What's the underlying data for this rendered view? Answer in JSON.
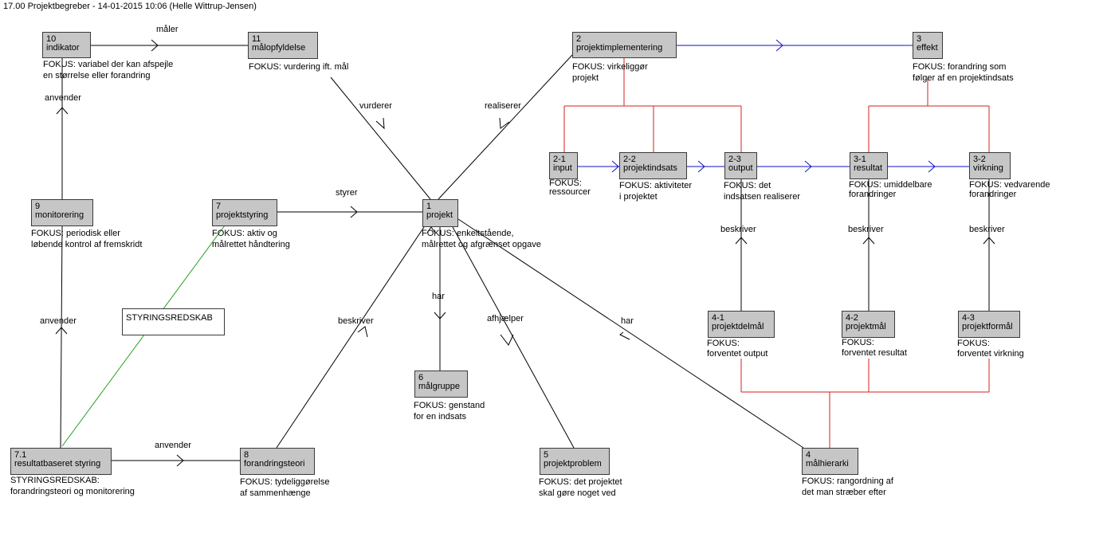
{
  "title": "17.00 Projektbegreber - 14-01-2015 10:06 (Helle Wittrup-Jensen)",
  "colors": {
    "black": "#000000",
    "blue": "#1010c8",
    "red": "#d42020",
    "green": "#20a020",
    "node_fill": "#c6c6c6"
  },
  "nodes": {
    "n10": {
      "num": "10",
      "name": "indikator",
      "desc": [
        "FOKUS: variabel der kan afspejle",
        "en størrelse eller forandring"
      ]
    },
    "n11": {
      "num": "11",
      "name": "målopfyldelse",
      "desc": [
        "FOKUS: vurdering ift. mål"
      ]
    },
    "n2": {
      "num": "2",
      "name": "projektimplementering",
      "desc": [
        "FOKUS: virkeliggør",
        "projekt"
      ]
    },
    "n3": {
      "num": "3",
      "name": "effekt",
      "desc": [
        "FOKUS: forandring som",
        "følger af en projektindsats"
      ]
    },
    "n2_1": {
      "num": "2-1",
      "name": "input",
      "desc": [
        "FOKUS:",
        "ressourcer"
      ]
    },
    "n2_2": {
      "num": "2-2",
      "name": "projektindsats",
      "desc": [
        "FOKUS: aktiviteter",
        "i projektet"
      ]
    },
    "n2_3": {
      "num": "2-3",
      "name": "output",
      "desc": [
        "FOKUS: det",
        "indsatsen realiserer"
      ]
    },
    "n3_1": {
      "num": "3-1",
      "name": "resultat",
      "desc": [
        "FOKUS: umiddelbare",
        "forandringer"
      ]
    },
    "n3_2": {
      "num": "3-2",
      "name": "virkning",
      "desc": [
        "FOKUS: vedvarende",
        "forandringer"
      ]
    },
    "n9": {
      "num": "9",
      "name": "monitorering",
      "desc": [
        "FOKUS: periodisk eller",
        "løbende kontrol af fremskridt"
      ]
    },
    "n7": {
      "num": "7",
      "name": "projektstyring",
      "desc": [
        "FOKUS: aktiv og",
        "målrettet håndtering"
      ]
    },
    "n1": {
      "num": "1",
      "name": "projekt",
      "desc": [
        "FOKUS: enkeltstående,",
        "målrettet og afgrænset opgave"
      ]
    },
    "n4_1": {
      "num": "4-1",
      "name": "projektdelmål",
      "desc": [
        "FOKUS:",
        "forventet output"
      ]
    },
    "n4_2": {
      "num": "4-2",
      "name": "projektmål",
      "desc": [
        "FOKUS:",
        "forventet resultat"
      ]
    },
    "n4_3": {
      "num": "4-3",
      "name": "projektformål",
      "desc": [
        "FOKUS:",
        "forventet virkning"
      ]
    },
    "n6": {
      "num": "6",
      "name": "målgruppe",
      "desc": [
        "FOKUS: genstand",
        "for en indsats"
      ]
    },
    "n7_1": {
      "num": "7.1",
      "name": "resultatbaseret styring",
      "desc": [
        "STYRINGSREDSKAB:",
        "forandringsteori og monitorering"
      ]
    },
    "n8": {
      "num": "8",
      "name": "forandringsteori",
      "desc": [
        "FOKUS: tydeliggørelse",
        "af sammenhænge"
      ]
    },
    "n5": {
      "num": "5",
      "name": "projektproblem",
      "desc": [
        "FOKUS: det projektet",
        "skal gøre noget ved"
      ]
    },
    "n4": {
      "num": "4",
      "name": "målhierarki",
      "desc": [
        "FOKUS: rangordning af",
        "det man stræber efter"
      ]
    }
  },
  "tool_box": "STYRINGSREDSKAB",
  "edge_labels": {
    "maler": "måler",
    "anvender_top": "anvender",
    "vurderer": "vurderer",
    "realiserer": "realiserer",
    "styrer": "styrer",
    "anvender_mid": "anvender",
    "har_6": "har",
    "afhjaelper": "afhjælper",
    "har_4": "har",
    "beskriver_8": "beskriver",
    "beskriver_41": "beskriver",
    "beskriver_42": "beskriver",
    "beskriver_43": "beskriver",
    "anvender_bottom": "anvender"
  }
}
